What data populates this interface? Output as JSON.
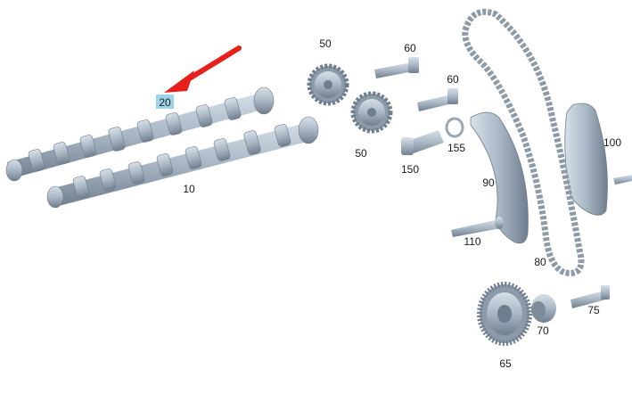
{
  "diagram": {
    "highlight_color": "#9fd3ea",
    "arrow_color": "#e8201c",
    "part_color": "#a9b6c4",
    "part_shadow": "#6f7e8e",
    "callouts": {
      "p10": "10",
      "p20": "20",
      "p50a": "50",
      "p50b": "50",
      "p60a": "60",
      "p60b": "60",
      "p65": "65",
      "p70": "70",
      "p75": "75",
      "p80": "80",
      "p90": "90",
      "p100": "100",
      "p110": "110",
      "p150": "150",
      "p155": "155"
    }
  }
}
